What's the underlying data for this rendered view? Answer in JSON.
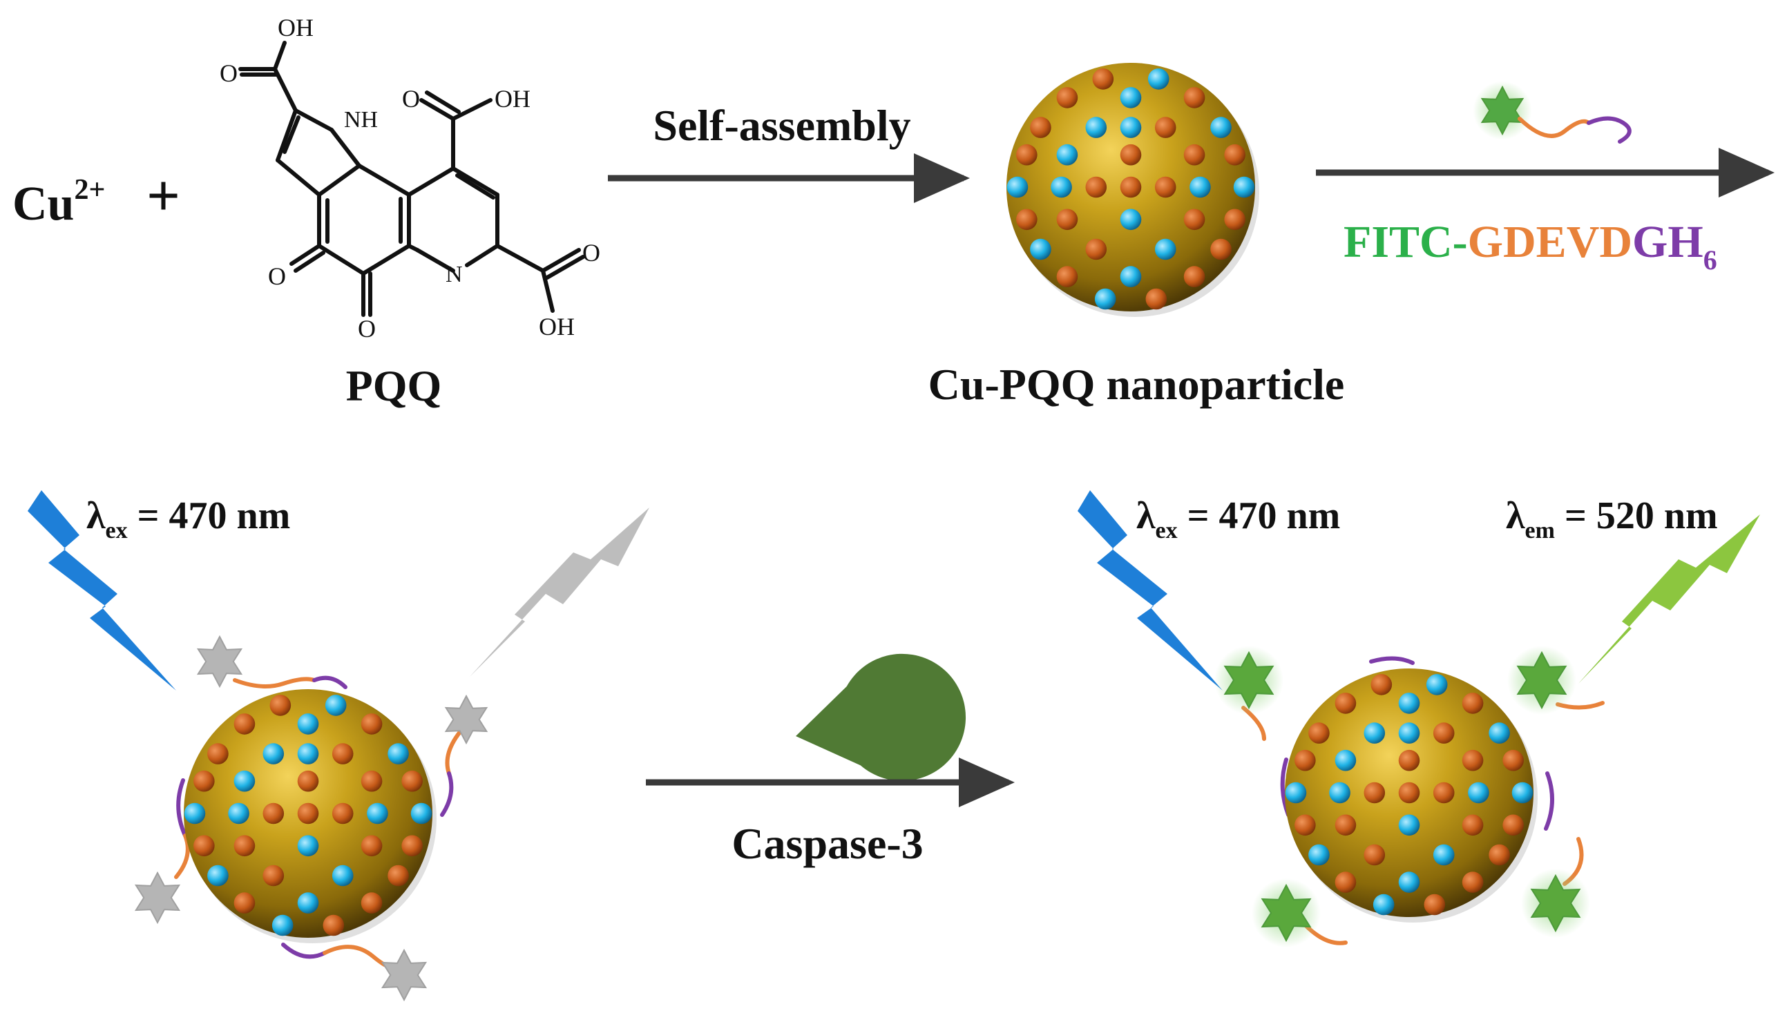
{
  "reagents": {
    "cu_ion": "Cu",
    "cu_charge": "2+",
    "plus": "+",
    "pqq_label": "PQQ"
  },
  "pqq_atoms": {
    "oh": "OH",
    "o": "O",
    "nh": "NH",
    "n": "N"
  },
  "step1": {
    "label": "Self-assembly",
    "product_label": "Cu-PQQ nanoparticle"
  },
  "step2": {
    "peptide_part1": "FITC-",
    "peptide_part2": "GDEVD",
    "peptide_part3": "GH",
    "peptide_subscript": "6"
  },
  "step3": {
    "enzyme_label": "Caspase-3"
  },
  "excitation": {
    "lambda": "λ",
    "ex_sub": "ex",
    "ex_value": " = 470 nm",
    "em_sub": "em",
    "em_value": " = 520 nm"
  },
  "colors": {
    "fitc_green": "#2bb04a",
    "gdevd_orange": "#e8823a",
    "his_purple": "#7d3ca8",
    "particle_gold": "#a9860f",
    "dot_orange": "#c65a18",
    "dot_cyan": "#1fb3e6",
    "bolt_blue": "#1e7fd8",
    "bolt_grey": "#bdbdbd",
    "bolt_green": "#8cc63f",
    "enzyme_green": "#507a34",
    "arrow": "#3a3a3a"
  }
}
